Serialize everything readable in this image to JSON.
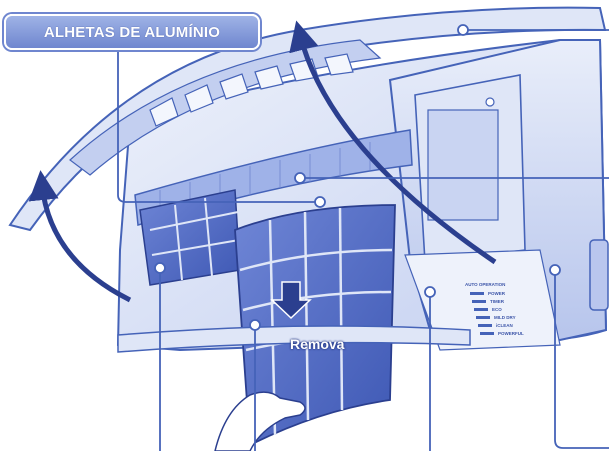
{
  "labels": {
    "aluminum_fins": "ALHETAS DE ALUMÍNIO",
    "remove_instruction": "Remova"
  },
  "panel_indicators": [
    "POWER",
    "TIMER",
    "ECO",
    "MILD DRY",
    "iCLEAN",
    "POWERFUL"
  ],
  "panel_title": "AUTO OPERATION",
  "colors": {
    "outline": "#4563b8",
    "fill_light": "#dfe6f7",
    "fill_mid": "#b9c6ee",
    "fill_dark": "#6f86cf",
    "arrow": "#2b3f8f",
    "label_box": "#7f95d8"
  }
}
